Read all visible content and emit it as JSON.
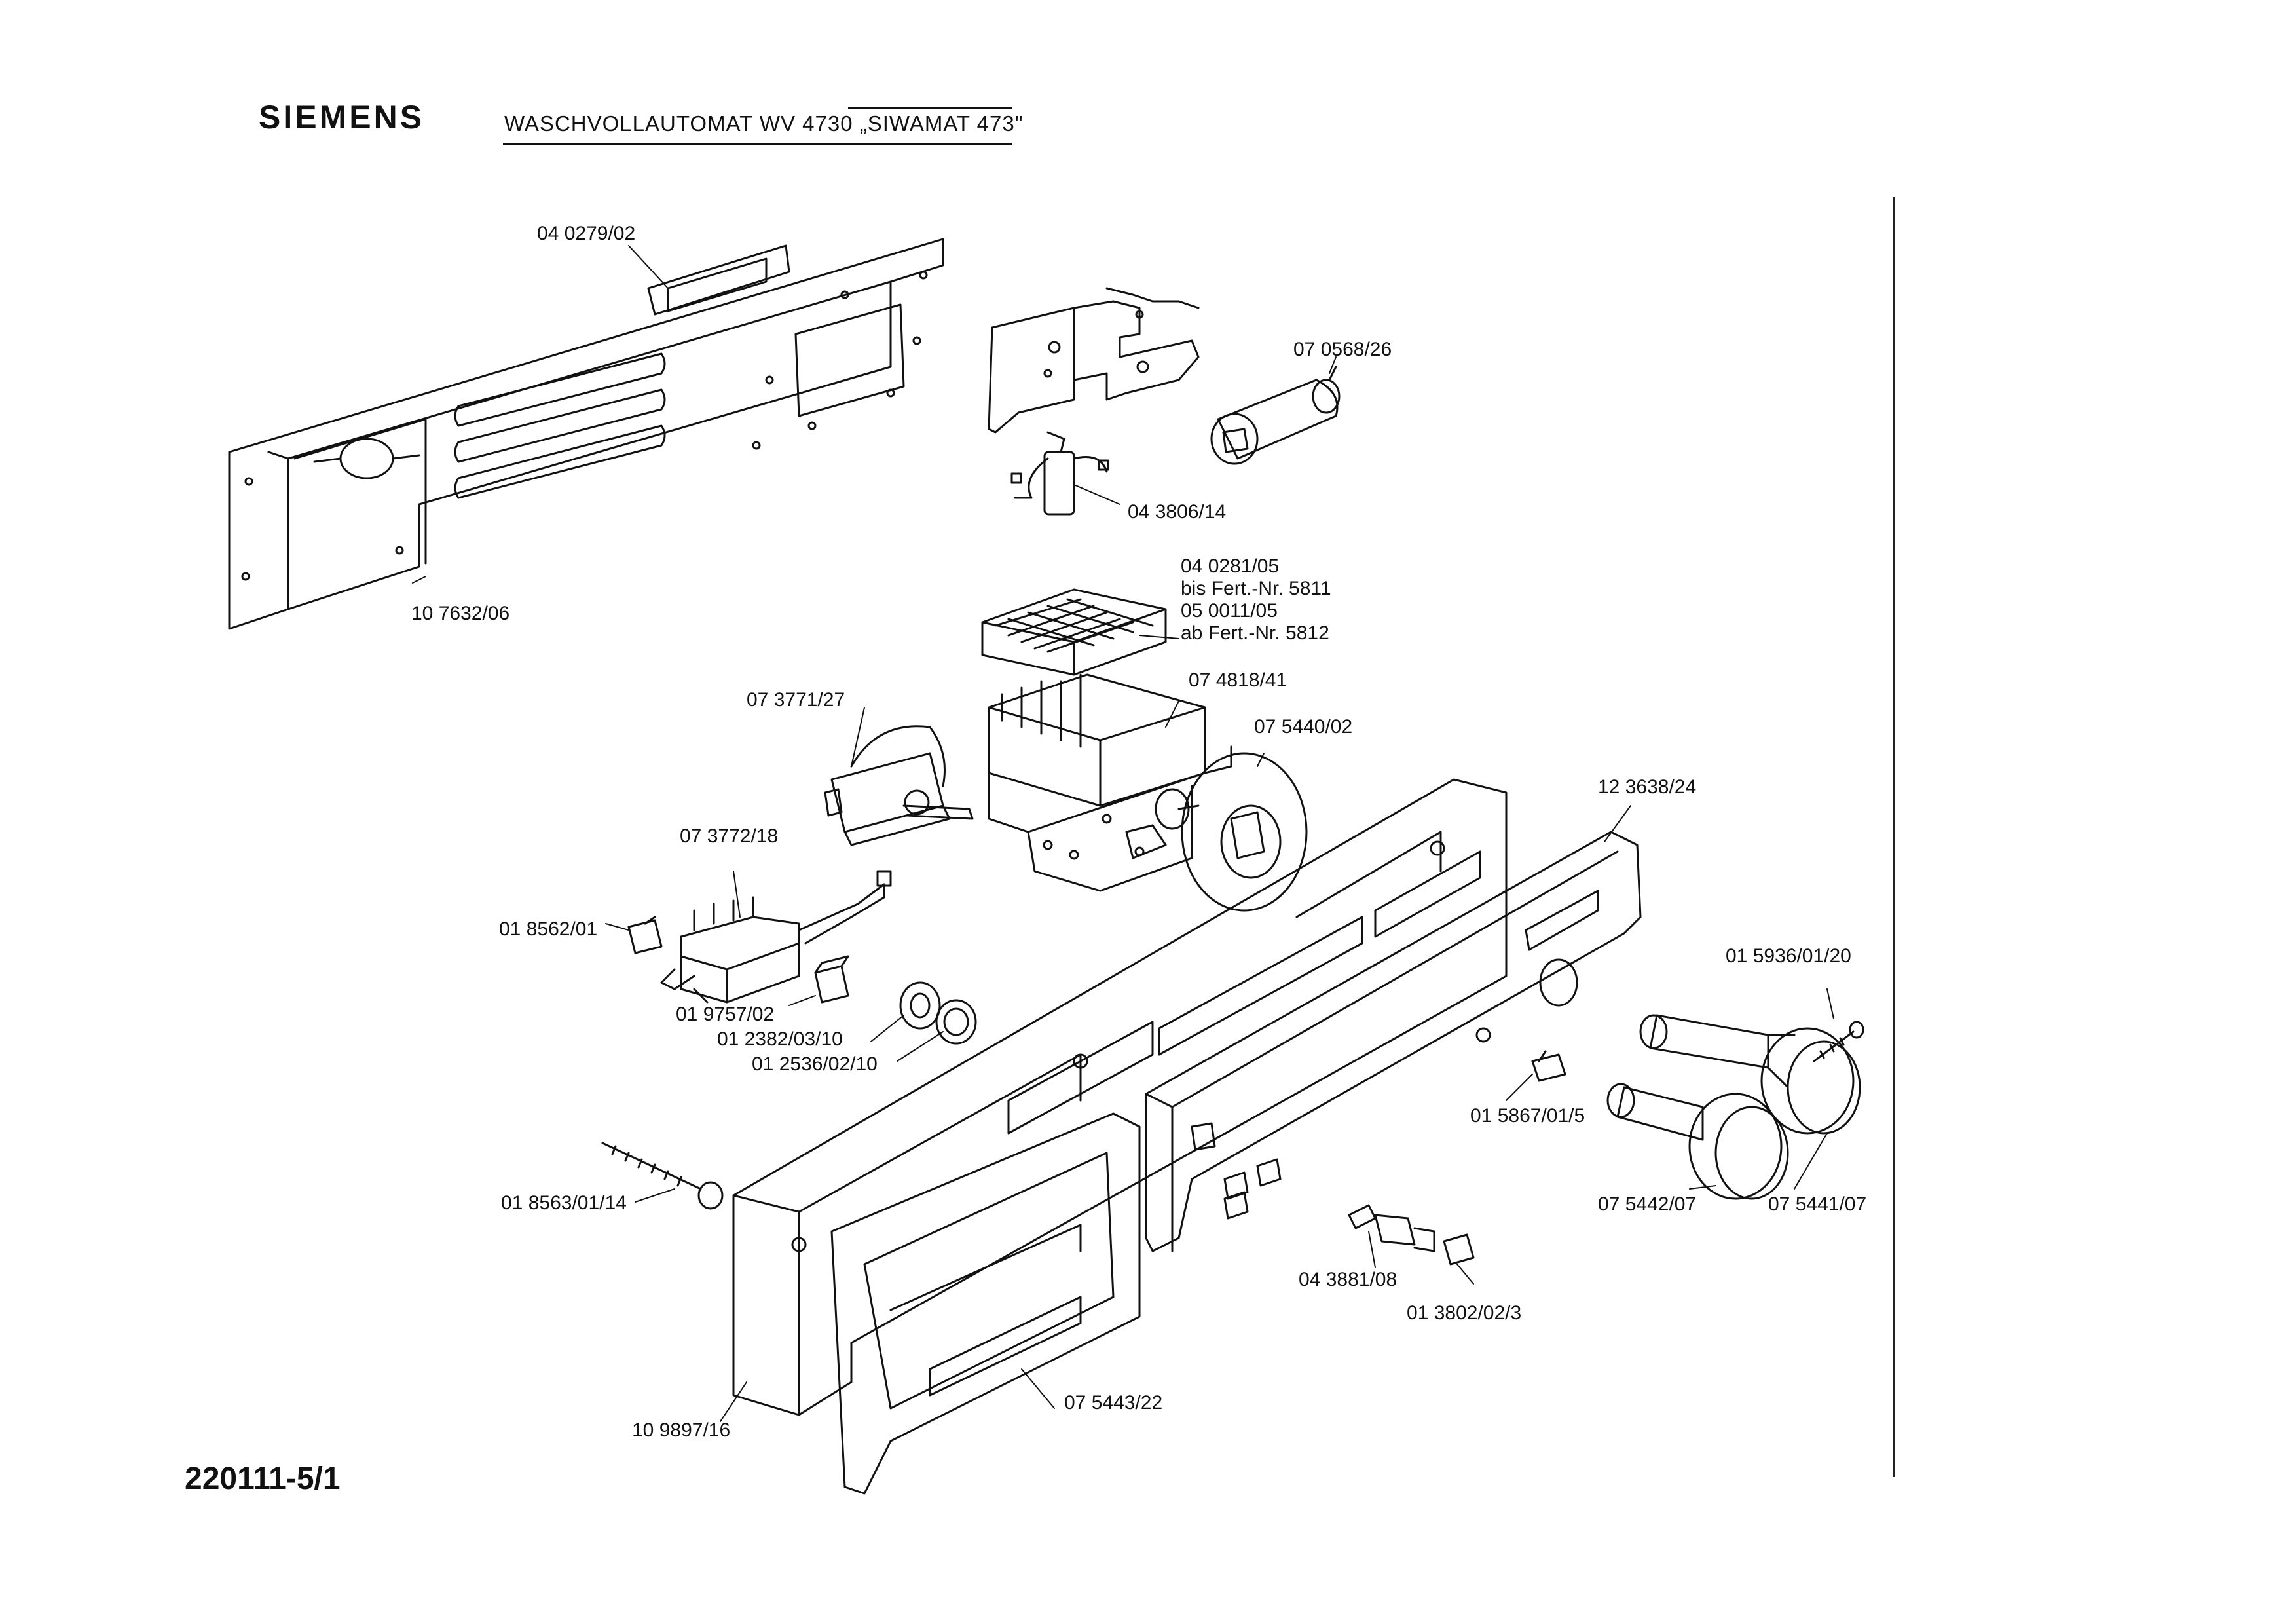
{
  "header": {
    "brand": "SIEMENS",
    "title": "WASCHVOLLAUTOMAT  WV 4730 „SIWAMAT 473\""
  },
  "footer": {
    "drawing_number": "220111-5/1"
  },
  "parts": [
    {
      "id": "p1",
      "label": "04 0279/02"
    },
    {
      "id": "p2",
      "label": "10 7632/06"
    },
    {
      "id": "p3",
      "label": "07 0568/26"
    },
    {
      "id": "p4",
      "label": "04 3806/14"
    },
    {
      "id": "p5",
      "label": "04 0281/05"
    },
    {
      "id": "p5b",
      "label": "bis Fert.-Nr. 5811"
    },
    {
      "id": "p6",
      "label": "05 0011/05"
    },
    {
      "id": "p6b",
      "label": "ab Fert.-Nr. 5812"
    },
    {
      "id": "p7",
      "label": "07 4818/41"
    },
    {
      "id": "p8",
      "label": "07 3771/27"
    },
    {
      "id": "p9",
      "label": "07 5440/02"
    },
    {
      "id": "p10",
      "label": "12 3638/24"
    },
    {
      "id": "p11",
      "label": "07 3772/18"
    },
    {
      "id": "p12",
      "label": "01 8562/01"
    },
    {
      "id": "p13",
      "label": "01 9757/02"
    },
    {
      "id": "p14",
      "label": "01 2382/03/10"
    },
    {
      "id": "p15",
      "label": "01 2536/02/10"
    },
    {
      "id": "p16",
      "label": "01 5936/01/20"
    },
    {
      "id": "p17",
      "label": "01 5867/01/5"
    },
    {
      "id": "p18",
      "label": "01 8563/01/14"
    },
    {
      "id": "p19",
      "label": "07 5442/07"
    },
    {
      "id": "p20",
      "label": "07 5441/07"
    },
    {
      "id": "p21",
      "label": "04 3881/08"
    },
    {
      "id": "p22",
      "label": "01 3802/02/3"
    },
    {
      "id": "p23",
      "label": "10 9897/16"
    },
    {
      "id": "p24",
      "label": "07 5443/22"
    }
  ]
}
